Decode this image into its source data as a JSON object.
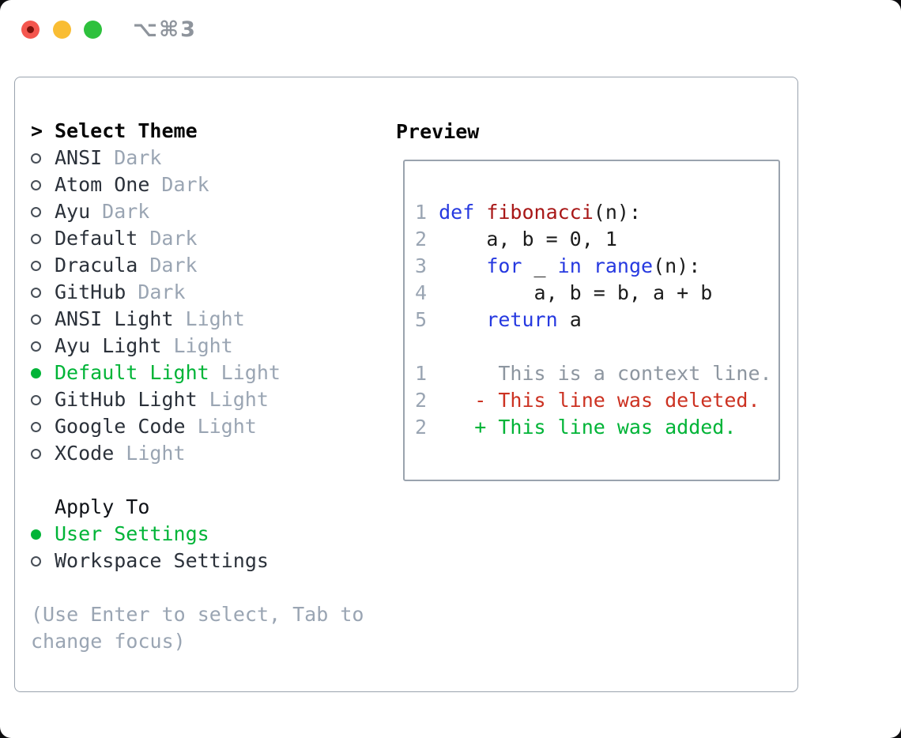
{
  "colors": {
    "accent_green": "#00b437",
    "keyword_blue": "#2639e0",
    "function_red": "#a81717",
    "deleted_red": "#cc3222",
    "muted_gray": "#9aa5b3",
    "border_gray": "#9aa3ae",
    "traffic_red": "#f4564e",
    "traffic_yellow": "#f9bd33",
    "traffic_green": "#2ec13d"
  },
  "window": {
    "shortcut_label": "⌥⌘3"
  },
  "theme_picker": {
    "prompt": ">",
    "title": "Select Theme",
    "themes": [
      {
        "name": "ANSI",
        "variant": "Dark",
        "selected": false
      },
      {
        "name": "Atom One",
        "variant": "Dark",
        "selected": false
      },
      {
        "name": "Ayu",
        "variant": "Dark",
        "selected": false
      },
      {
        "name": "Default",
        "variant": "Dark",
        "selected": false
      },
      {
        "name": "Dracula",
        "variant": "Dark",
        "selected": false
      },
      {
        "name": "GitHub",
        "variant": "Dark",
        "selected": false
      },
      {
        "name": "ANSI Light",
        "variant": "Light",
        "selected": false
      },
      {
        "name": "Ayu Light",
        "variant": "Light",
        "selected": false
      },
      {
        "name": "Default Light",
        "variant": "Light",
        "selected": true
      },
      {
        "name": "GitHub Light",
        "variant": "Light",
        "selected": false
      },
      {
        "name": "Google Code",
        "variant": "Light",
        "selected": false
      },
      {
        "name": "XCode",
        "variant": "Light",
        "selected": false
      }
    ],
    "apply_to": {
      "title": "Apply To",
      "options": [
        {
          "label": "User Settings",
          "selected": true
        },
        {
          "label": "Workspace Settings",
          "selected": false
        }
      ]
    },
    "hint_lines": [
      "(Use Enter to select, Tab to",
      "change focus)"
    ]
  },
  "preview": {
    "title": "Preview",
    "code_lines": [
      [
        [
          "num",
          "1 "
        ],
        [
          "kw",
          "def"
        ],
        [
          "plain",
          " "
        ],
        [
          "fn",
          "fibonacci"
        ],
        [
          "plain",
          "(n):"
        ]
      ],
      [
        [
          "num",
          "2 "
        ],
        [
          "plain",
          "    a, b = 0, 1"
        ]
      ],
      [
        [
          "num",
          "3 "
        ],
        [
          "plain",
          "    "
        ],
        [
          "kw",
          "for"
        ],
        [
          "plain",
          " _ "
        ],
        [
          "kw",
          "in"
        ],
        [
          "plain",
          " "
        ],
        [
          "kw",
          "range"
        ],
        [
          "plain",
          "(n):"
        ]
      ],
      [
        [
          "num",
          "4 "
        ],
        [
          "plain",
          "        a, b = b, a + b"
        ]
      ],
      [
        [
          "num",
          "5 "
        ],
        [
          "plain",
          "    "
        ],
        [
          "kw",
          "return"
        ],
        [
          "plain",
          " a"
        ]
      ],
      [],
      [
        [
          "num",
          "1"
        ],
        [
          "ctx",
          "      This is a context line."
        ]
      ],
      [
        [
          "num",
          "2"
        ],
        [
          "del",
          "    - This line was deleted."
        ]
      ],
      [
        [
          "num",
          "2"
        ],
        [
          "add",
          "    + This line was added."
        ]
      ]
    ]
  }
}
